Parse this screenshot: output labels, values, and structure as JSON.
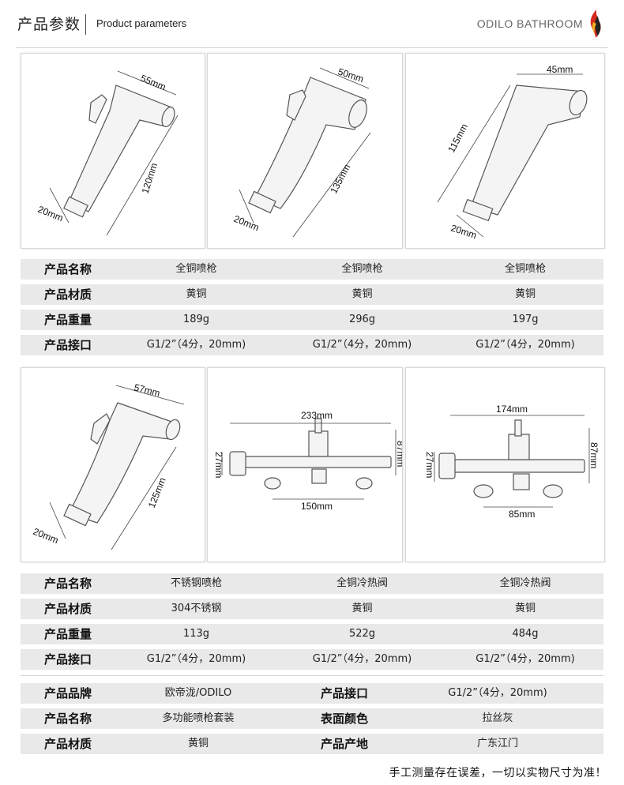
{
  "header": {
    "title_cn": "产品参数",
    "title_en": "Product parameters",
    "brand": "ODILO BATHROOM"
  },
  "panels": [
    {
      "dims": [
        "55mm",
        "120mm",
        "20mm"
      ]
    },
    {
      "dims": [
        "50mm",
        "135mm",
        "20mm"
      ]
    },
    {
      "dims": [
        "45mm",
        "115mm",
        "20mm"
      ]
    },
    {
      "dims": [
        "57mm",
        "125mm",
        "20mm"
      ]
    },
    {
      "dims": [
        "233mm",
        "87mm",
        "27mm",
        "150mm"
      ]
    },
    {
      "dims": [
        "174mm",
        "87mm",
        "27mm",
        "85mm"
      ]
    }
  ],
  "table1": {
    "rows": [
      {
        "label": "产品名称",
        "values": [
          "全铜喷枪",
          "全铜喷枪",
          "全铜喷枪"
        ]
      },
      {
        "label": "产品材质",
        "values": [
          "黄铜",
          "黄铜",
          "黄铜"
        ]
      },
      {
        "label": "产品重量",
        "values": [
          "189g",
          "296g",
          "197g"
        ]
      },
      {
        "label": "产品接口",
        "values": [
          "G1/2”（4分，20mm)",
          "G1/2”（4分，20mm)",
          "G1/2”（4分，20mm)"
        ]
      }
    ]
  },
  "table2": {
    "rows": [
      {
        "label": "产品名称",
        "values": [
          "不锈钢喷枪",
          "全铜冷热阀",
          "全铜冷热阀"
        ]
      },
      {
        "label": "产品材质",
        "values": [
          "304不锈钢",
          "黄铜",
          "黄铜"
        ]
      },
      {
        "label": "产品重量",
        "values": [
          "113g",
          "522g",
          "484g"
        ]
      },
      {
        "label": "产品接口",
        "values": [
          "G1/2”（4分，20mm)",
          "G1/2”（4分，20mm)",
          "G1/2”（4分，20mm)"
        ]
      }
    ]
  },
  "summary": {
    "rows": [
      {
        "label1": "产品品牌",
        "value1": "欧帝泷/ODILO",
        "label2": "产品接口",
        "value2": "G1/2”（4分，20mm)"
      },
      {
        "label1": "产品名称",
        "value1": "多功能喷枪套装",
        "label2": "表面颜色",
        "value2": "拉丝灰"
      },
      {
        "label1": "产品材质",
        "value1": "黄铜",
        "label2": "产品产地",
        "value2": "广东江门"
      }
    ]
  },
  "footer_note": "手工测量存在误差，一切以实物尺寸为准！",
  "colors": {
    "row_bg": "#e9e9e9",
    "flame_red": "#d42a1e",
    "flame_yellow": "#f2b21b"
  }
}
